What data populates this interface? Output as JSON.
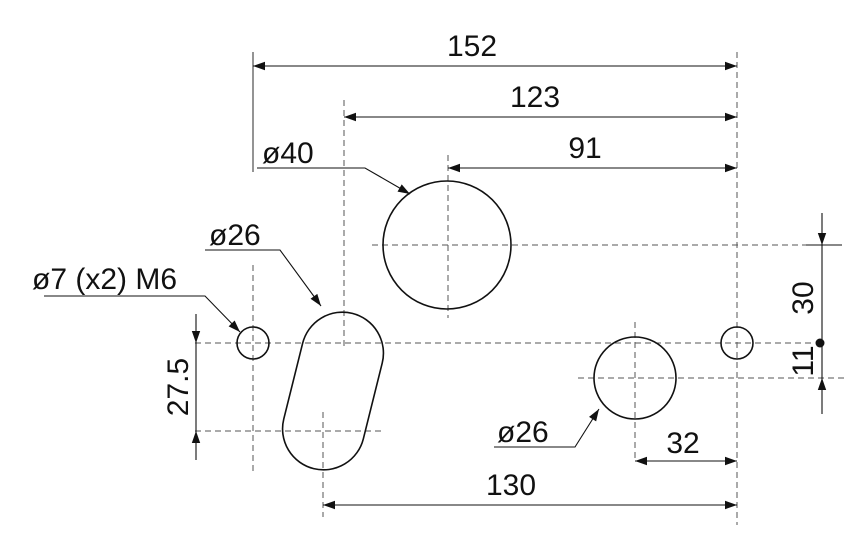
{
  "dimensions": {
    "overall_width": "152",
    "large_hole_offset": "123",
    "large_hole_center": "91",
    "small_hole_center": "32",
    "slot_offset": "130",
    "height_upper": "30",
    "height_lower": "11",
    "slot_height": "27.5"
  },
  "callouts": {
    "large_hole": "ø40",
    "slot": "ø26",
    "mounting_holes": "ø7 (x2) M6",
    "small_hole": "ø26"
  },
  "colors": {
    "line": "#111111",
    "center_line": "#555555"
  }
}
